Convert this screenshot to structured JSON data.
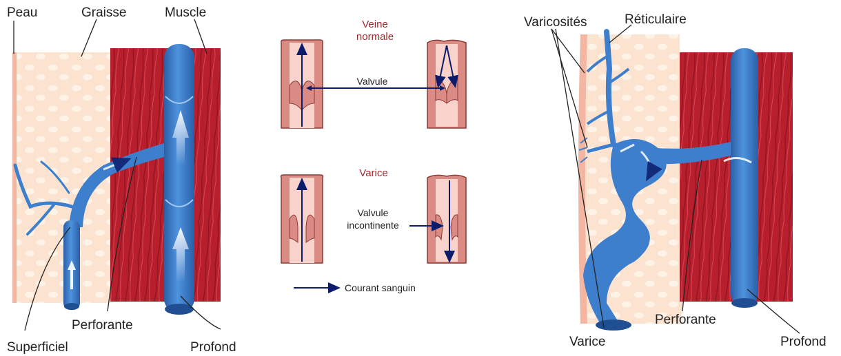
{
  "left_panel": {
    "labels": {
      "skin": "Peau",
      "fat": "Graisse",
      "muscle": "Muscle",
      "superficial": "Superficiel",
      "perforating": "Perforante",
      "deep": "Profond"
    }
  },
  "middle_panel": {
    "normal_title_line1": "Veine",
    "normal_title_line2": "normale",
    "valve_label": "Valvule",
    "varicose_title": "Varice",
    "incompetent_line1": "Valvule",
    "incompetent_line2": "incontinente",
    "legend": "Courant sanguin"
  },
  "right_panel": {
    "labels": {
      "varicosities": "Varicosités",
      "reticular": "Réticulaire",
      "perforating": "Perforante",
      "varicose": "Varice",
      "deep": "Profond"
    }
  },
  "colors": {
    "skin": "#f7c9b4",
    "fat": "#fbe3cf",
    "muscle": "#b81f2d",
    "vein": "#3d7fcc",
    "vein_dark": "#2a5fa8",
    "vein_wall": "#d98b84",
    "vein_lumen": "#f8d3cc",
    "flow_arrow": "#0c1c6b",
    "title_red": "#a3282d"
  }
}
